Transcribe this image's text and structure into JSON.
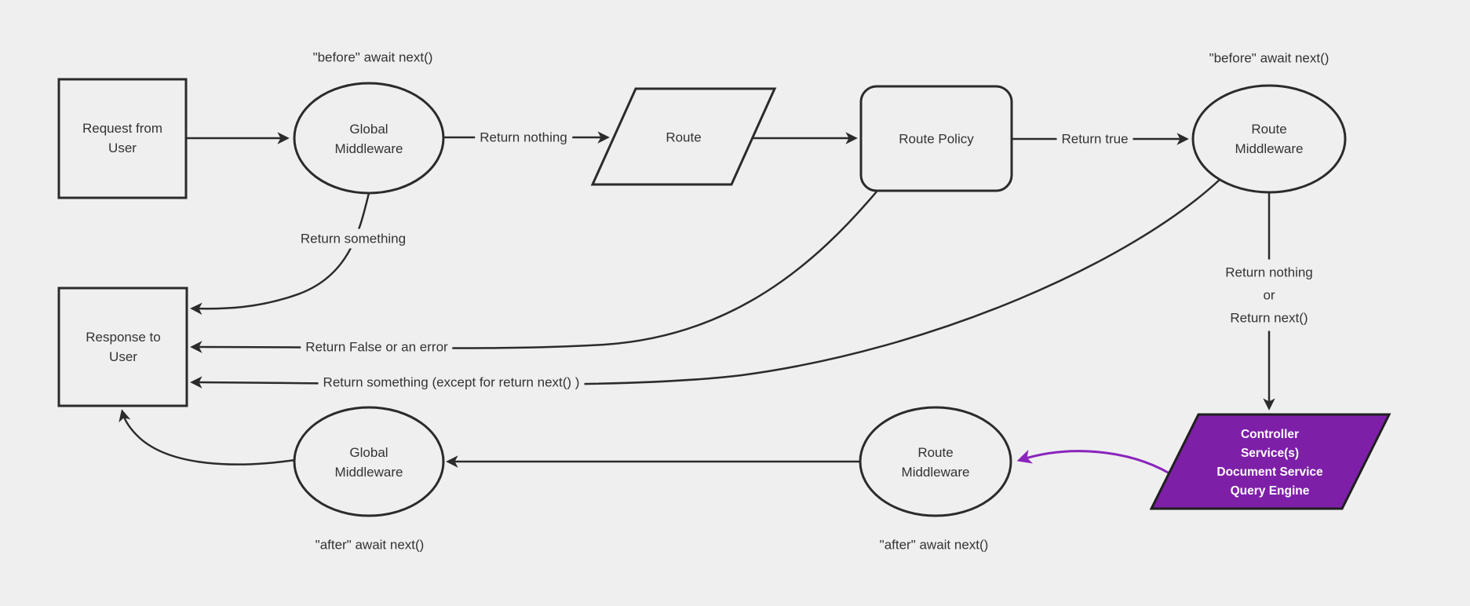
{
  "diagram": {
    "background_color": "#efefef",
    "line_color": "#2b2b2b",
    "text_color": "#333333",
    "purple_fill": "#7e1fa8",
    "purple_edge": "#8b24bc",
    "purple_node_text_color": "#ffffff"
  },
  "nodes": {
    "request": {
      "label": "Request from\nUser",
      "shape": "rectangle"
    },
    "global_middleware_top": {
      "label": "Global\nMiddleware",
      "shape": "ellipse"
    },
    "route": {
      "label": "Route",
      "shape": "parallelogram"
    },
    "route_policy": {
      "label": "Route Policy",
      "shape": "rounded-rectangle"
    },
    "route_middleware_top": {
      "label": "Route\nMiddleware",
      "shape": "ellipse"
    },
    "response": {
      "label": "Response to\nUser",
      "shape": "rectangle"
    },
    "global_middleware_bottom": {
      "label": "Global\nMiddleware",
      "shape": "ellipse"
    },
    "route_middleware_bottom": {
      "label": "Route\nMiddleware",
      "shape": "ellipse"
    },
    "controller": {
      "label": "Controller\nService(s)\nDocument Service\nQuery Engine",
      "shape": "parallelogram"
    }
  },
  "edge_labels": {
    "return_nothing": "Return nothing",
    "return_true": "Return true",
    "return_something": "Return something",
    "return_false_or_error": "Return False or an error",
    "return_something_except": "Return something (except for return next() )",
    "return_nothing_or_next": "Return nothing\nor\nReturn next()"
  },
  "annotations": {
    "before_await_left": "\"before\" await next()",
    "before_await_right": "\"before\" await next()",
    "after_await_left": "\"after\" await next()",
    "after_await_right": "\"after\" await next()"
  }
}
